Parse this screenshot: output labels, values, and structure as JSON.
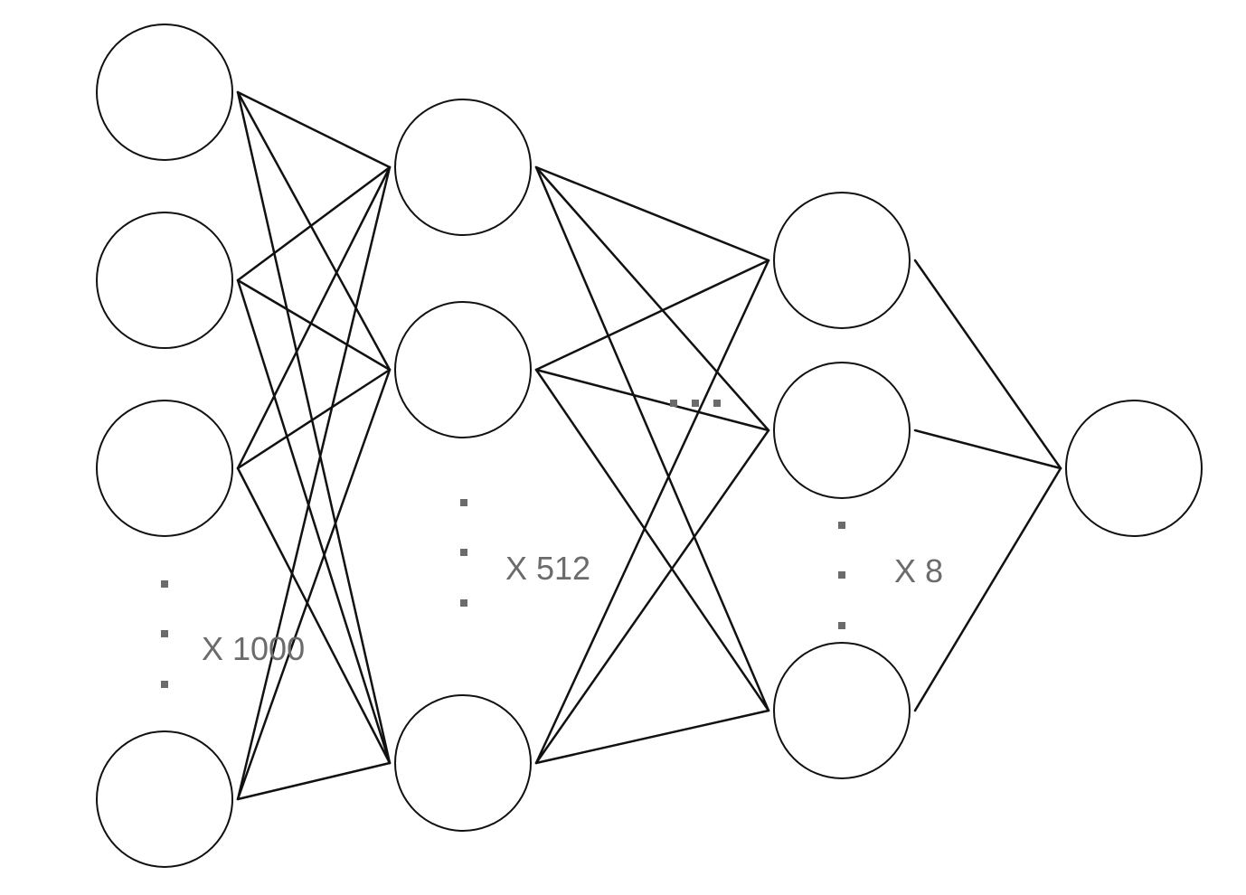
{
  "layers": [
    {
      "id": "input-layer",
      "visible_nodes": 4,
      "count_label": "X 1000"
    },
    {
      "id": "hidden-layer-1",
      "visible_nodes": 3,
      "count_label": "X 512"
    },
    {
      "id": "hidden-layer-2",
      "visible_nodes": 3,
      "count_label": "X 8"
    },
    {
      "id": "output-layer",
      "visible_nodes": 1,
      "count_label": ""
    }
  ],
  "colors": {
    "node_stroke": "#111111",
    "edge": "#111111",
    "ellipsis": "#6b6b6b",
    "label": "#6b6b6b",
    "background": "#ffffff"
  }
}
